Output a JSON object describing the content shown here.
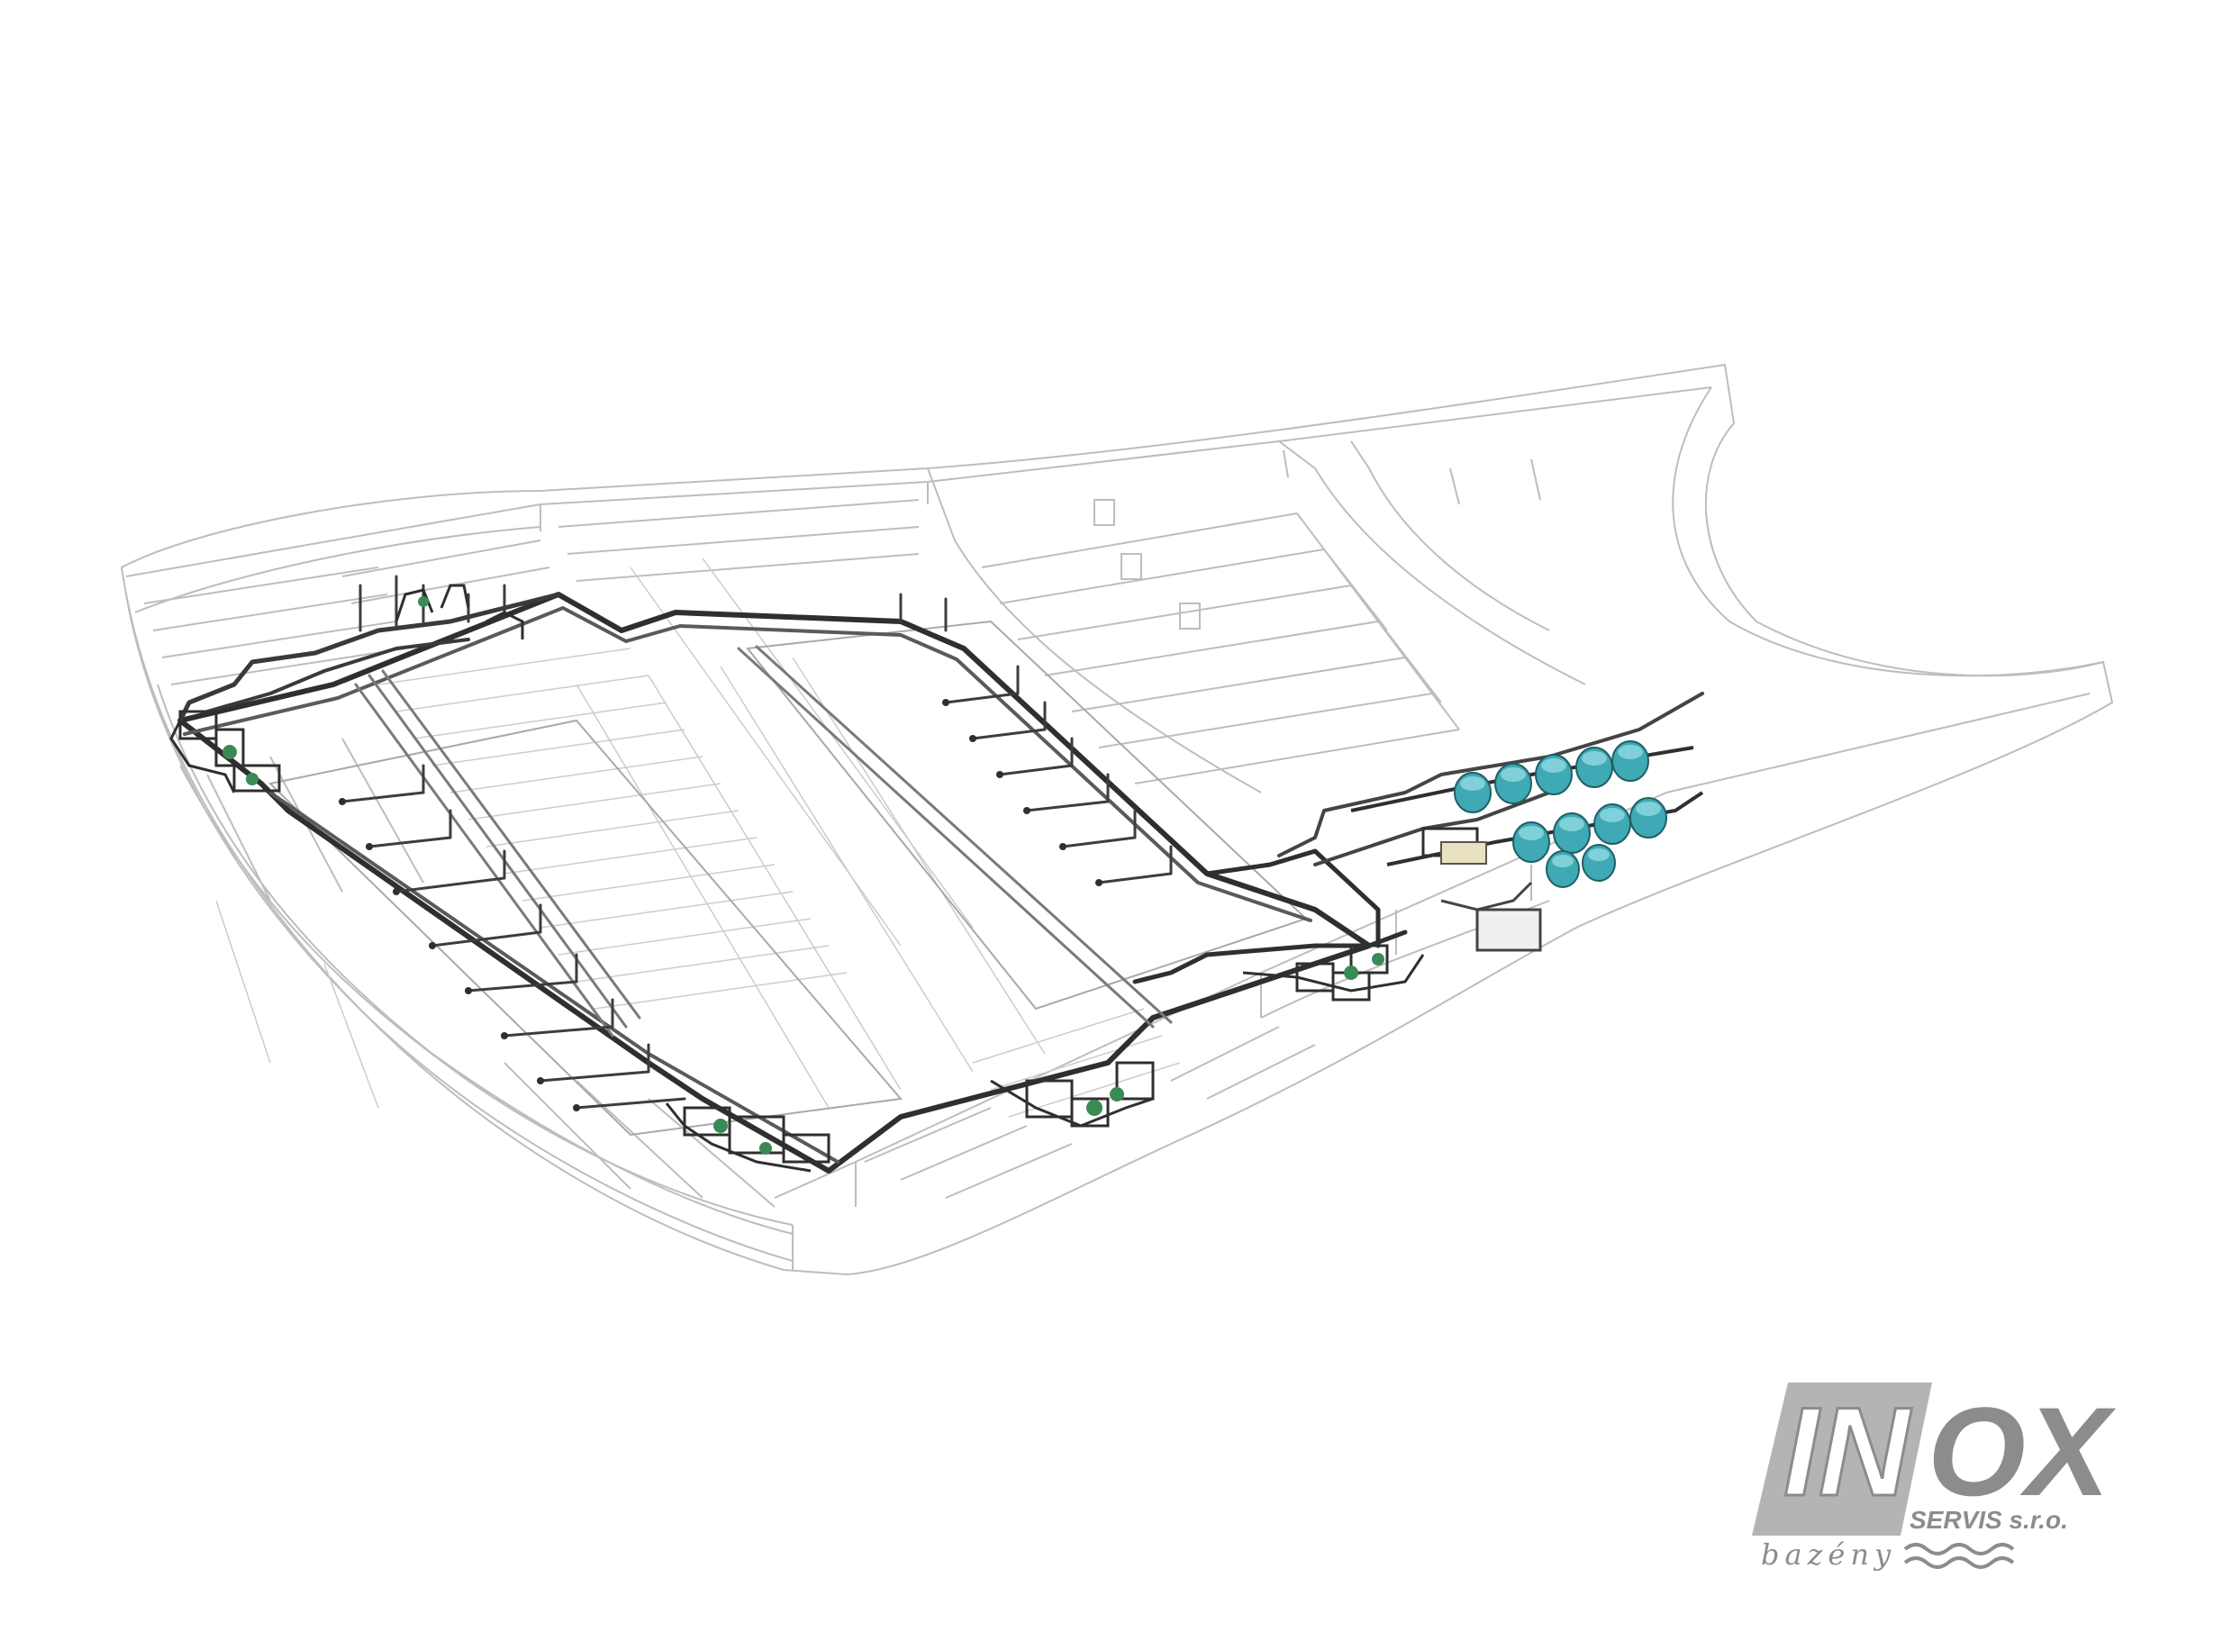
{
  "logo": {
    "wordmark_part1": "IN",
    "wordmark_part2": "OX",
    "company_line": "SERVIS s.r.o.",
    "tagline": "bazény",
    "colors": {
      "grey": "#8c8c8c",
      "light_grey": "#b4b4b4",
      "white": "#ffffff"
    }
  },
  "drawing": {
    "description_icon": "isometric-pipework-icon",
    "colors": {
      "outline": "#b9b9b9",
      "pipe_dark": "#2e2e2e",
      "pipe_mid": "#6c6c6c",
      "filter_tank": "#3fa9b5",
      "valve_green": "#3a8a55"
    },
    "filter_tanks_upper_row": 5,
    "filter_tanks_lower_row": 6
  }
}
